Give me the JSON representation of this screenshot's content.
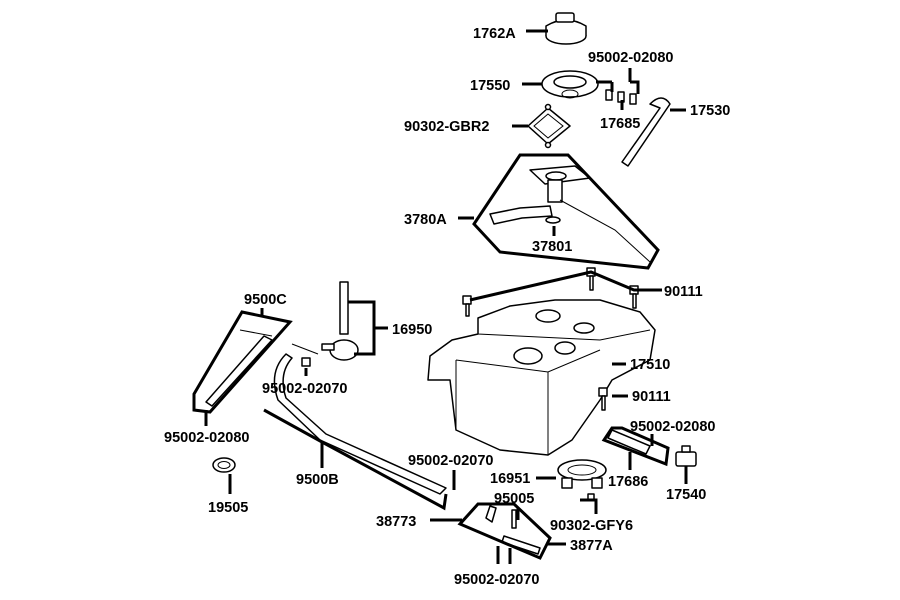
{
  "diagram": {
    "callouts": [
      {
        "id": "1762a",
        "text": "1762A"
      },
      {
        "id": "95002-02080-top",
        "text": "95002-02080"
      },
      {
        "id": "17550",
        "text": "17550"
      },
      {
        "id": "17530",
        "text": "17530"
      },
      {
        "id": "90302-gbr2",
        "text": "90302-GBR2"
      },
      {
        "id": "17685",
        "text": "17685"
      },
      {
        "id": "3780a",
        "text": "3780A"
      },
      {
        "id": "37801",
        "text": "37801"
      },
      {
        "id": "90111-top",
        "text": "90111"
      },
      {
        "id": "9500c",
        "text": "9500C"
      },
      {
        "id": "16950",
        "text": "16950"
      },
      {
        "id": "17510",
        "text": "17510"
      },
      {
        "id": "95002-02070-left",
        "text": "95002-02070"
      },
      {
        "id": "90111-mid",
        "text": "90111"
      },
      {
        "id": "95002-02080-left",
        "text": "95002-02080"
      },
      {
        "id": "95002-02080-right",
        "text": "95002-02080"
      },
      {
        "id": "95002-02070-mid",
        "text": "95002-02070"
      },
      {
        "id": "9500b",
        "text": "9500B"
      },
      {
        "id": "17686",
        "text": "17686"
      },
      {
        "id": "16951",
        "text": "16951"
      },
      {
        "id": "17540",
        "text": "17540"
      },
      {
        "id": "19505",
        "text": "19505"
      },
      {
        "id": "95005",
        "text": "95005"
      },
      {
        "id": "38773",
        "text": "38773"
      },
      {
        "id": "90302-gfy6",
        "text": "90302-GFY6"
      },
      {
        "id": "3877a",
        "text": "3877A"
      },
      {
        "id": "95002-02070-bottom",
        "text": "95002-02070"
      }
    ]
  }
}
